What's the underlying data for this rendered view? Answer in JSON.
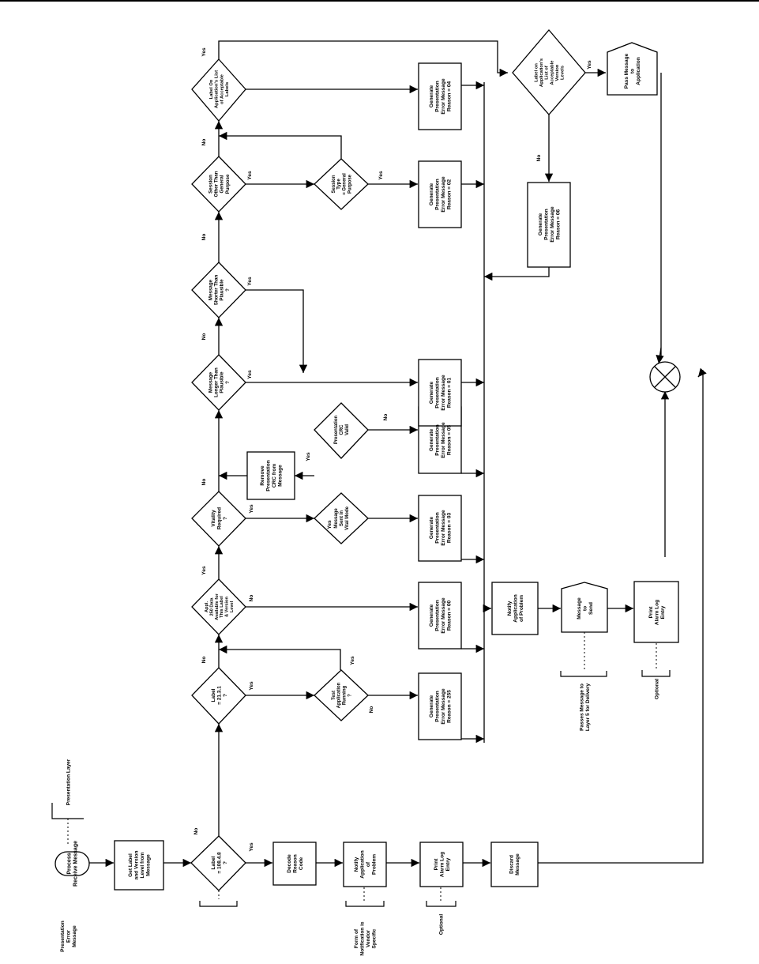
{
  "nodes": {
    "process_start": [
      "Process",
      "Receive Message"
    ],
    "get_label": [
      "Get Label",
      "and Version",
      "Level from",
      "Message"
    ],
    "label_check_1": [
      "Label",
      "= 108.4.8",
      "?"
    ],
    "decode": [
      "Decode",
      "Reason",
      "Code"
    ],
    "notify_1": [
      "Notify",
      "Application",
      "of",
      "Problem"
    ],
    "print_log_1": [
      "Print",
      "Alarm Log",
      "Entry"
    ],
    "discard": [
      "Discard",
      "Message"
    ],
    "label_check_2": [
      "Label",
      "= 21.3.1",
      "?"
    ],
    "test_app": [
      "Test",
      "Application",
      "Running",
      "?"
    ],
    "err_255": [
      "Generate",
      "Presentation",
      "Error Message",
      "Reason = 255"
    ],
    "appl_data": [
      "Appl.",
      "250 Data",
      "Available for",
      "This Label",
      "& Version",
      "Level"
    ],
    "err_00": [
      "Generate",
      "Presentation",
      "Error Message",
      "Reason = 00"
    ],
    "vitality": [
      "Vitality",
      "Required",
      "?"
    ],
    "vital_mode": [
      "Message",
      "Sent in",
      "Vital Mode"
    ],
    "err_03": [
      "Generate",
      "Presentation",
      "Error Message",
      "Reason = 03"
    ],
    "crc_valid": [
      "Presentation",
      "CRC",
      "Valid"
    ],
    "err_05": [
      "Generate",
      "Presentation",
      "Error Message",
      "Reason = 05"
    ],
    "remove_crc": [
      "Remove",
      "Presentation",
      "CRC from",
      "Message"
    ],
    "longer": [
      "Message",
      "Longer Than",
      "Plausible",
      "?"
    ],
    "err_01": [
      "Generate",
      "Presentation",
      "Error Message",
      "Reason = 01"
    ],
    "shorter": [
      "Message",
      "Shorter Than",
      "Plausible",
      "?"
    ],
    "session_other": [
      "Session",
      "Other Than",
      "General",
      "Purpose"
    ],
    "session_type": [
      "Session",
      "Type",
      "= General",
      "Purpose"
    ],
    "err_02": [
      "Generate",
      "Presentation",
      "Error Message",
      "Reason = 02"
    ],
    "label_list": [
      "Label On",
      "Application's List",
      "of Acceptable",
      "Labels"
    ],
    "err_04": [
      "Generate",
      "Presentation",
      "Error Message",
      "Reason = 04"
    ],
    "version_list": [
      "Label on",
      "Application's",
      "List of",
      "Acceptable",
      "Version",
      "Levels"
    ],
    "err_06": [
      "Generate",
      "Presentation",
      "Error Message",
      "Reason = 06"
    ],
    "pass_message": [
      "Pass Message",
      "to",
      "Application"
    ],
    "notify_2": [
      "Notify",
      "Application",
      "of Problem"
    ],
    "message_send": [
      "Message",
      "to",
      "Send"
    ],
    "print_log_2": [
      "Print",
      "Alarm Log",
      "Entry"
    ]
  },
  "annotations": {
    "presentation_layer": [
      "Presentation Layer"
    ],
    "presentation_error": [
      "Presentation",
      "Error",
      "Message"
    ],
    "form_notification": [
      "Form of",
      "Notification is",
      "Vendor",
      "Specific"
    ],
    "optional_1": [
      "Optional"
    ],
    "passes_message": [
      "Passes Message to",
      "Layer 5 for Delivery"
    ],
    "optional_2": [
      "Optional"
    ]
  },
  "edge_labels": {
    "yes": "Yes",
    "no": "No"
  },
  "colors": {
    "line": "#000000",
    "background": "#ffffff"
  }
}
